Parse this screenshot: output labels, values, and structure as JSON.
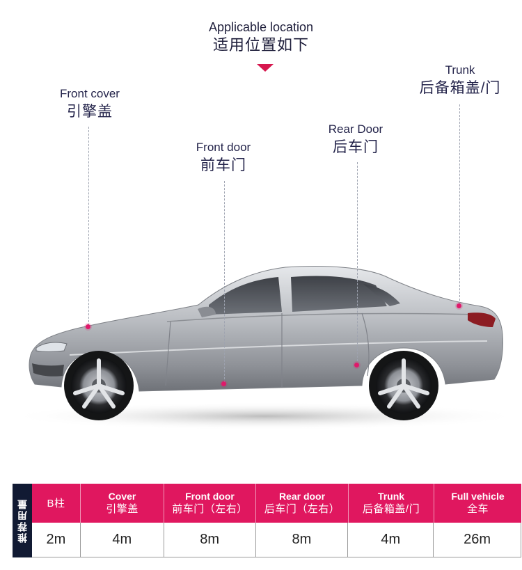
{
  "heading": {
    "en": "Applicable location",
    "cn": "适用位置如下"
  },
  "callouts": {
    "front_cover": {
      "en": "Front cover",
      "cn": "引擎盖"
    },
    "front_door": {
      "en": "Front door",
      "cn": "前车门"
    },
    "rear_door": {
      "en": "Rear Door",
      "cn": "后车门"
    },
    "trunk": {
      "en": "Trunk",
      "cn": "后备箱盖/门"
    }
  },
  "table": {
    "side_label": "推荐用量",
    "headers": [
      {
        "en": "",
        "cn": "B柱"
      },
      {
        "en": "Cover",
        "cn": "引擎盖"
      },
      {
        "en": "Front door",
        "cn": "前车门（左右）"
      },
      {
        "en": "Rear door",
        "cn": "后车门（左右）"
      },
      {
        "en": "Trunk",
        "cn": "后备箱盖/门"
      },
      {
        "en": "Full vehicle",
        "cn": "全车"
      }
    ],
    "values": [
      "2m",
      "4m",
      "8m",
      "8m",
      "4m",
      "26m"
    ]
  },
  "colors": {
    "accent": "#e0175f",
    "side_label_bg": "#111a33",
    "car_body": "#b9bcc1"
  }
}
